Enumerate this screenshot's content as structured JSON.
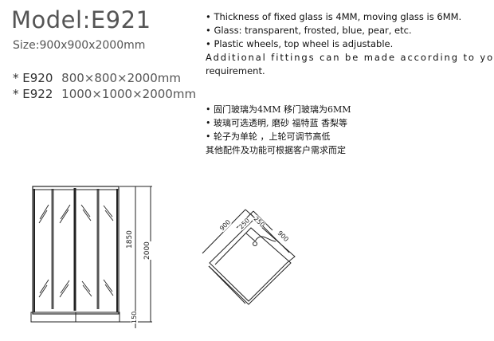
{
  "header": {
    "model": "Model:E921",
    "size": "Size:900x900x2000mm"
  },
  "variants": [
    {
      "bullet": "*",
      "code": "E920",
      "dims": "800×800×2000mm"
    },
    {
      "bullet": "*",
      "code": "E922",
      "dims": "1000×1000×2000mm"
    }
  ],
  "notes_en": [
    "• Thickness of fixed glass is 4MM, moving glass is 6MM.",
    "• Glass: transparent, frosted, blue, pear, etc.",
    "• Plastic wheels, top wheel is adjustable.",
    "Additional fittings can be made according to your",
    "requirement."
  ],
  "notes_zh": [
    "• 固门玻璃为4MM    移门玻璃为6MM",
    "• 玻璃可选透明, 磨砂  福特蓝  香梨等",
    "• 轮子为单轮 ，上轮可调节高低",
    "其他配件及功能可根据客户需求而定"
  ],
  "front_view": {
    "dim_glass": "1850",
    "dim_total": "2000",
    "dim_base": "150"
  },
  "plan_view": {
    "dim_left": "900",
    "dim_door_a": "250",
    "dim_door_b": "250",
    "dim_right": "900"
  }
}
